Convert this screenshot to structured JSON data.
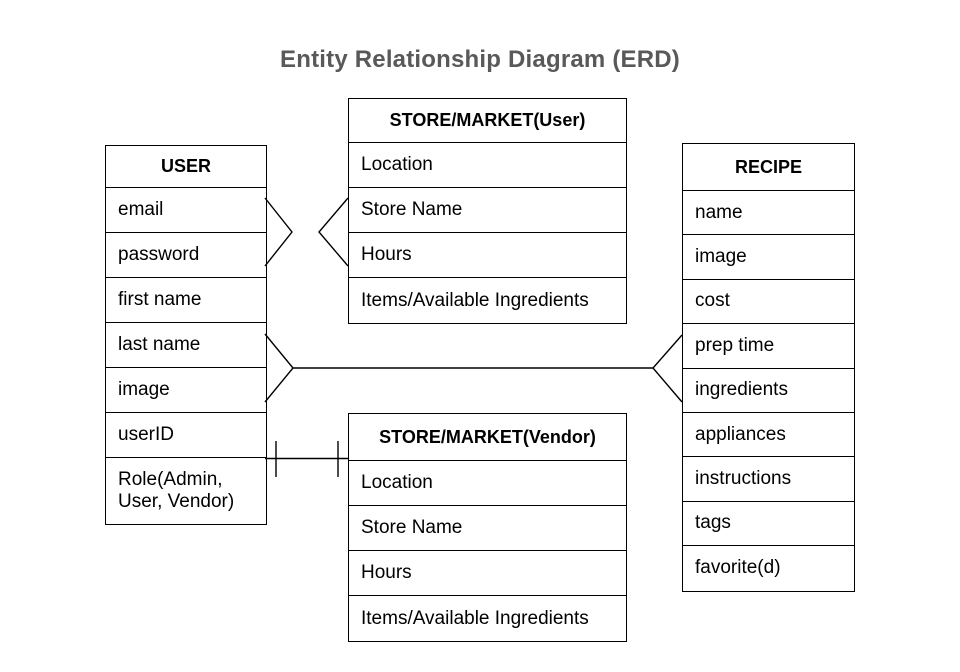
{
  "title": {
    "text": "Entity Relationship Diagram (ERD)"
  },
  "colors": {
    "title_text": "#595959",
    "line": "#000000",
    "entity_text": "#000000",
    "background": "#ffffff"
  },
  "entities": [
    {
      "id": "user",
      "title": "USER",
      "rows": [
        "email",
        "password",
        "first name",
        "last name",
        "image",
        "userID",
        "Role(Admin, User, Vendor)"
      ]
    },
    {
      "id": "store-user",
      "title": "STORE/MARKET(User)",
      "rows": [
        "Location",
        "Store Name",
        "Hours",
        "Items/Available Ingredients"
      ]
    },
    {
      "id": "store-vendor",
      "title": "STORE/MARKET(Vendor)",
      "rows": [
        "Location",
        "Store Name",
        "Hours",
        "Items/Available Ingredients"
      ]
    },
    {
      "id": "recipe",
      "title": "RECIPE",
      "rows": [
        "name",
        "image",
        "cost",
        "prep time",
        "ingredients",
        "appliances",
        "instructions",
        "tags",
        "favorite(d)"
      ]
    }
  ],
  "relationships": [
    {
      "from": "USER",
      "to": "STORE/MARKET(User)",
      "notation": "many-to-many",
      "symbols": "crow's foot at both ends"
    },
    {
      "from": "USER",
      "to": "RECIPE",
      "notation": "many-to-many",
      "symbols": "crow's foot at both ends joined by horizontal line"
    },
    {
      "from": "USER",
      "to": "STORE/MARKET(Vendor)",
      "notation": "one-to-one",
      "symbols": "single tick mark at both ends of horizontal line"
    }
  ]
}
